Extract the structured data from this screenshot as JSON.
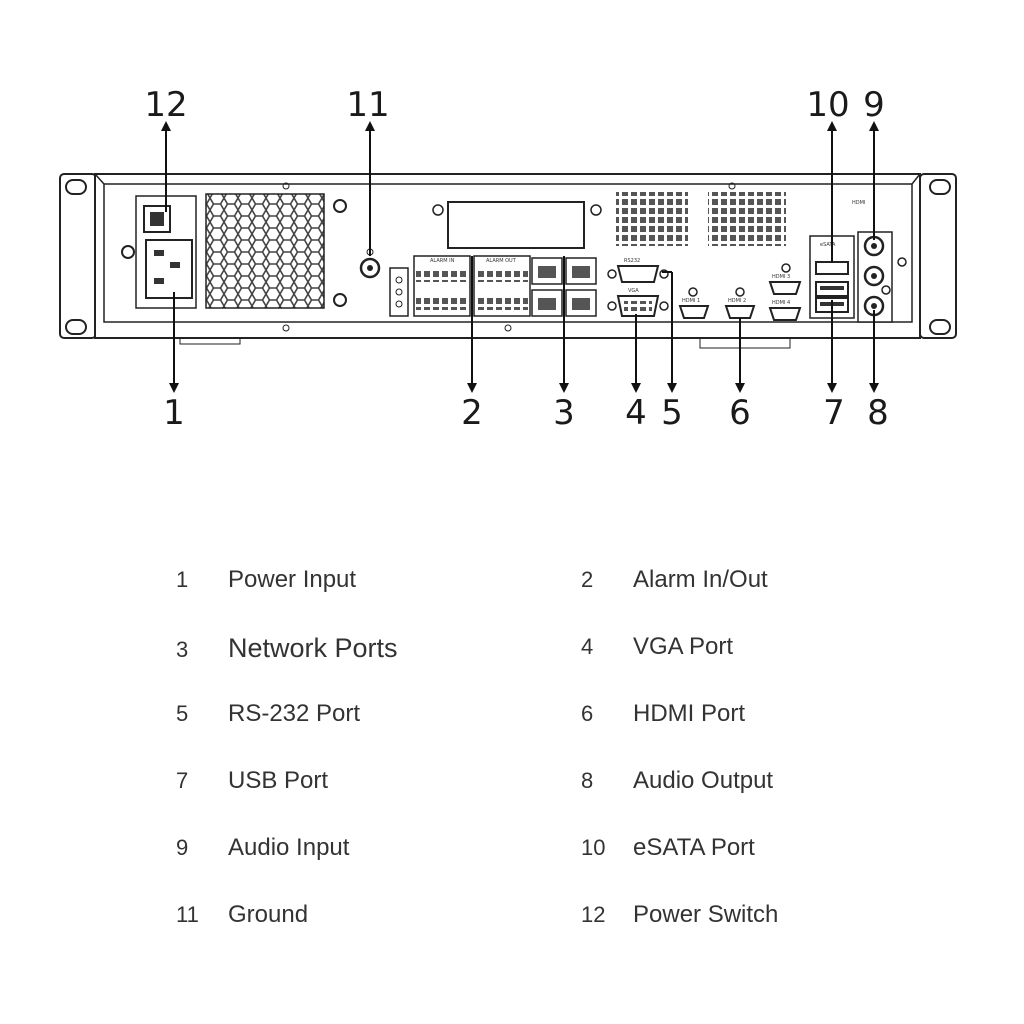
{
  "callouts": [
    "1",
    "2",
    "3",
    "4",
    "5",
    "6",
    "7",
    "8",
    "9",
    "10",
    "11",
    "12"
  ],
  "panel_labels": {
    "alarm_in": "ALARM IN",
    "alarm_out": "ALARM OUT",
    "rs232": "RS232",
    "vga": "VGA",
    "hdmi_1": "HDMI 1",
    "hdmi_2": "HDMI 2",
    "hdmi_3": "HDMI 3",
    "hdmi_4": "HDMI 4",
    "esata": "eSATA",
    "hdmi_logo": "HDMI"
  },
  "legend": [
    {
      "num": "1",
      "label": "Power Input"
    },
    {
      "num": "2",
      "label": "Alarm In/Out"
    },
    {
      "num": "3",
      "label": "Network Ports"
    },
    {
      "num": "4",
      "label": "VGA Port"
    },
    {
      "num": "5",
      "label": "RS-232 Port"
    },
    {
      "num": "6",
      "label": "HDMI Port"
    },
    {
      "num": "7",
      "label": "USB Port"
    },
    {
      "num": "8",
      "label": "Audio Output"
    },
    {
      "num": "9",
      "label": "Audio Input"
    },
    {
      "num": "10",
      "label": "eSATA Port"
    },
    {
      "num": "11",
      "label": "Ground"
    },
    {
      "num": "12",
      "label": "Power Switch"
    }
  ]
}
